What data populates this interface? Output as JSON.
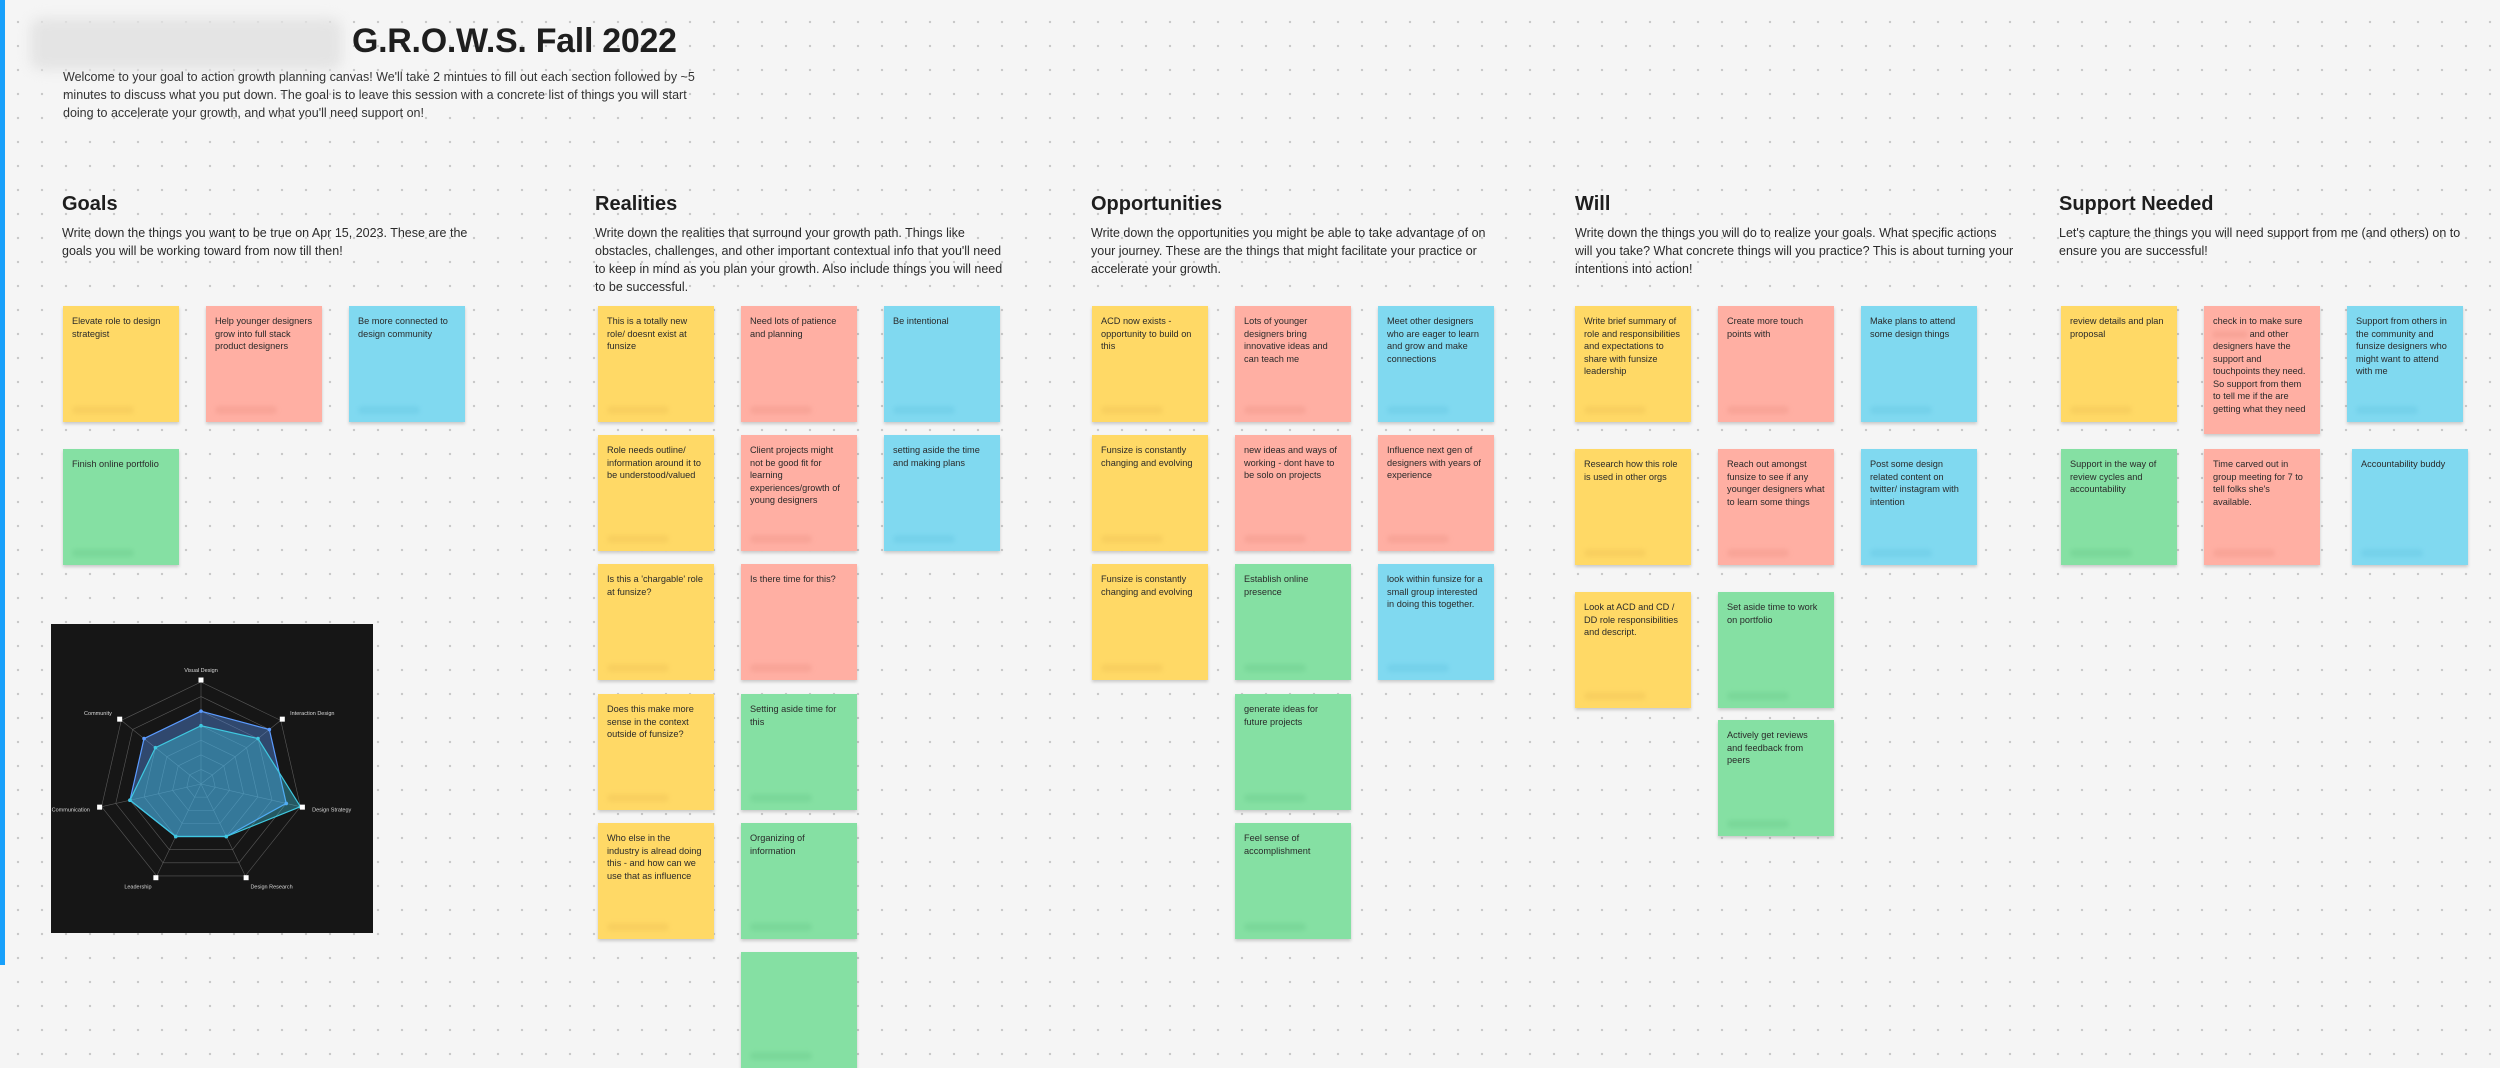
{
  "board": {
    "title": "G.R.O.W.S. Fall 2022",
    "intro": "Welcome to your goal  to action growth planning canvas! We'll take 2 mintues to fill out each section followed by ~5 minutes to discuss what you put down. The goal is to leave this session with a concrete list of things you will start doing to accelerate your growth, and what you'll need support on!"
  },
  "colors": {
    "yellow": "#ffd966",
    "pink": "#ffafa3",
    "blue": "#80d9f0",
    "green": "#85e0a3",
    "accent": "#18a0fb"
  },
  "sections": {
    "goals": {
      "title": "Goals",
      "desc": "Write down the things you want to be true on Apr 15, 2023. These are the goals you will be working toward from now till then!"
    },
    "realities": {
      "title": "Realities",
      "desc": "Write down the realities that surround your growth path. Things like obstacles, challenges, and other important contextual info that you'll need to keep in mind as you plan your growth. Also include things you will need to be successful."
    },
    "opportunities": {
      "title": "Opportunities",
      "desc": "Write down the opportunities you might be able to take advantage of on your journey. These are the things that might facilitate your practice or accelerate your growth."
    },
    "will": {
      "title": "Will",
      "desc": "Write down the things you will do to realize your goals. What specific actions will you take? What concrete things will you practice? This is about turning your intentions into action!"
    },
    "support": {
      "title": "Support Needed",
      "desc": "Let's capture the things you will need support from me (and others) on to ensure you are successful!"
    }
  },
  "notes": {
    "goals": [
      "Elevate role to design strategist",
      "Help younger designers grow into full stack product designers",
      "Be more connected to design community",
      "Finish online portfolio"
    ],
    "realities": [
      "This is a totally new role/ doesnt exist at funsize",
      "Need lots of patience and planning",
      "Be intentional",
      "Role needs outline/ information around it to be understood/valued",
      "Client projects might not be good fit for learning experiences/growth of young designers",
      "setting aside the time and making plans",
      "Is this a 'chargable' role at funsize?",
      "Is there time for this?",
      "Does this make more sense in the context outside of funsize?",
      "Setting aside time for this",
      "Who else in the industry is alread doing this - and how can we use that as influence",
      "Organizing of information"
    ],
    "opportunities": [
      "ACD now exists - opportunity to build on this",
      "Lots of younger designers bring innovative ideas and can teach me",
      "Meet other designers who are eager to learn and grow and make connections",
      "Funsize is constantly changing and evolving",
      "new ideas and ways of working - dont have to be solo on projects",
      "Influence next gen of designers with years of experience",
      "Funsize is constantly changing and evolving",
      "Establish online presence",
      "look within funsize for a small group interested in doing this together.",
      "generate ideas for future projects",
      "Feel sense of accomplishment"
    ],
    "will": [
      "Write brief summary of role and responsibilities and expectations to share with funsize leadership",
      "Create more touch points with",
      "Make plans to attend some design things",
      "Research how this role is used in other orgs",
      "Reach out amongst funsize to see if any younger designers what to learn some things",
      "Post some design related content on twitter/ instagram with intention",
      "Look at ACD and CD / DD role responsibilities and descript.",
      "Set aside time to work on portfolio",
      "Actively get reviews and feedback from peers"
    ],
    "support": [
      "review details and plan proposal",
      "check in to make sure",
      "and other designers have the support and touchpoints they need. So support from them to tell me if the are getting what they need",
      "Support from others in the community and funsize designers who might want to attend with me",
      "Support in the way of review cycles and accountability",
      "Time carved out in group meeting for 7 to tell folks she's available.",
      "Accountability buddy"
    ]
  },
  "radar_chart": {
    "type": "radar",
    "axes": [
      "Visual Design",
      "Interaction Design",
      "Design Strategy",
      "Design Research",
      "Leadership",
      "Communication",
      "Community"
    ],
    "scale_max": 7,
    "series": [
      {
        "color": "#5b9bff",
        "values": [
          5,
          6,
          6,
          4,
          4,
          5,
          5
        ]
      },
      {
        "color": "#3fc8e0",
        "values": [
          4,
          5,
          7,
          4,
          4,
          5,
          4
        ]
      }
    ]
  }
}
